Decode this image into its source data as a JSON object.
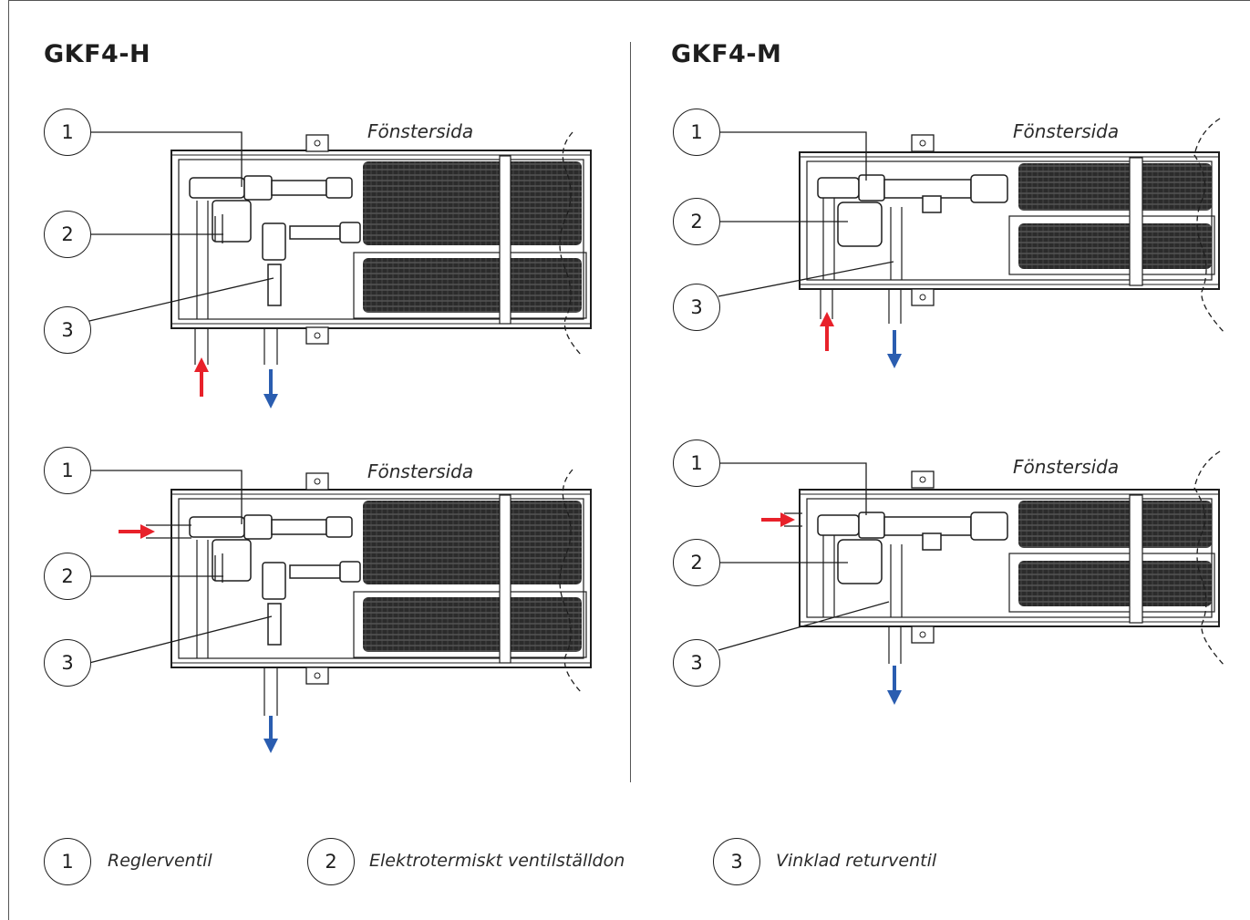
{
  "left_title": "GKF4-H",
  "right_title": "GKF4-M",
  "window_side_label": "Fönstersida",
  "callouts": [
    "1",
    "2",
    "3"
  ],
  "legend": [
    {
      "number": "1",
      "text": "Reglerventil"
    },
    {
      "number": "2",
      "text": "Elektrotermiskt ventilställdon"
    },
    {
      "number": "3",
      "text": "Vinklad returventil"
    }
  ],
  "colors": {
    "supply_arrow": "#e8212a",
    "return_arrow": "#2a5db0",
    "line": "#1e1e1e"
  }
}
